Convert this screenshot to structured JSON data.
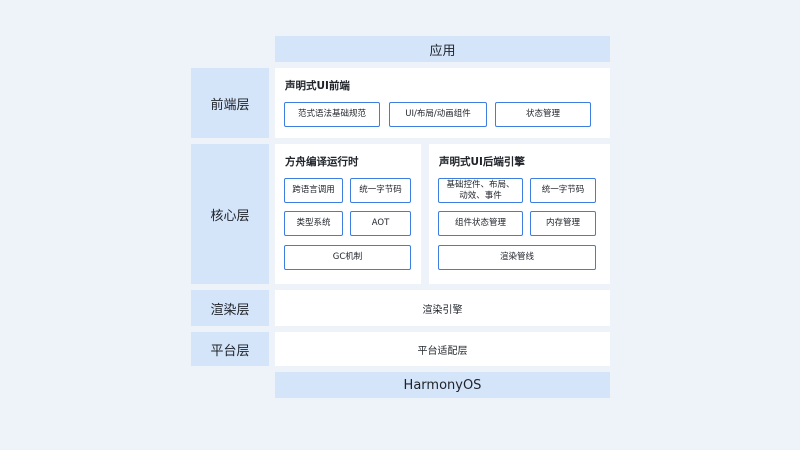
{
  "top_layer": {
    "label": "应用"
  },
  "frontend": {
    "layer_label": "前端层",
    "section_title": "声明式UI前端",
    "items": [
      "范式语法基础规范",
      "UI/布局/动画组件",
      "状态管理"
    ]
  },
  "core": {
    "layer_label": "核心层",
    "compiler": {
      "title": "方舟编译运行时",
      "items": [
        "跨语言调用",
        "统一字节码",
        "类型系统",
        "AOT",
        "GC机制"
      ]
    },
    "backend": {
      "title": "声明式UI后端引擎",
      "items": [
        "基础控件、布局、动效、事件",
        "统一字节码",
        "组件状态管理",
        "内存管理",
        "渲染管线"
      ]
    }
  },
  "render": {
    "layer_label": "渲染层",
    "content": "渲染引擎"
  },
  "platform": {
    "layer_label": "平台层",
    "content": "平台适配层"
  },
  "bottom_layer": {
    "label": "HarmonyOS"
  },
  "colors": {
    "background": "#eef3fa",
    "band": "#d4e4f9",
    "chip_border": "#3d7ee0"
  }
}
